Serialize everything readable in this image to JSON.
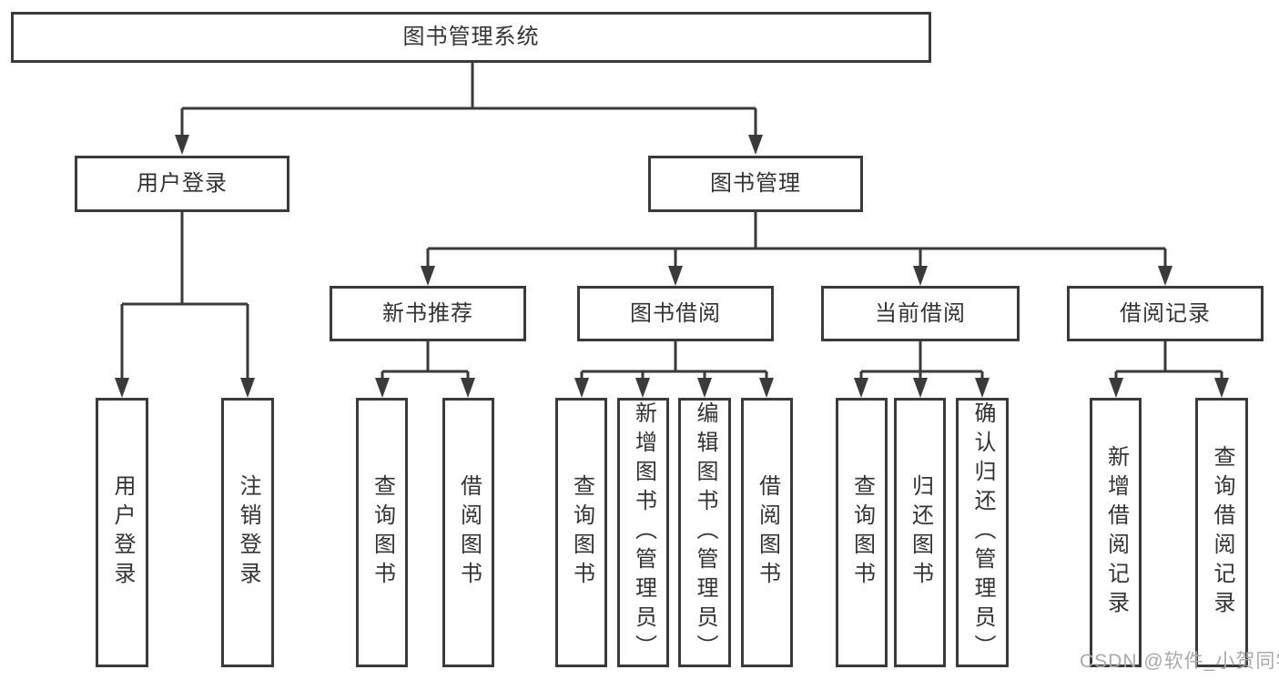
{
  "nodes": {
    "root": "图书管理系统",
    "user_login": "用户登录",
    "book_mgmt": "图书管理",
    "new_book_rec": "新书推荐",
    "book_borrow": "图书借阅",
    "current_borrow": "当前借阅",
    "borrow_record": "借阅记录",
    "login_leaf_login": "用户登录",
    "login_leaf_logout": "注销登录",
    "rec_leaf_query": "查询图书",
    "rec_leaf_borrow": "借阅图书",
    "bb_leaf_query": "查询图书",
    "bb_leaf_add": "新增图书（管理员）",
    "bb_leaf_edit": "编辑图书（管理员）",
    "bb_leaf_borrow": "借阅图书",
    "cb_leaf_query": "查询图书",
    "cb_leaf_return": "归还图书",
    "cb_leaf_confirm": "确认归还（管理员）",
    "br_leaf_add": "新增借阅记录",
    "br_leaf_query": "查询借阅记录"
  },
  "watermark": "CSDN @软件_小贺同学",
  "colors": {
    "line": "#3a3a3a",
    "text": "#333333",
    "box_bg": "#ffffff",
    "watermark": "#a9a9a9",
    "background": "#ffffff"
  }
}
